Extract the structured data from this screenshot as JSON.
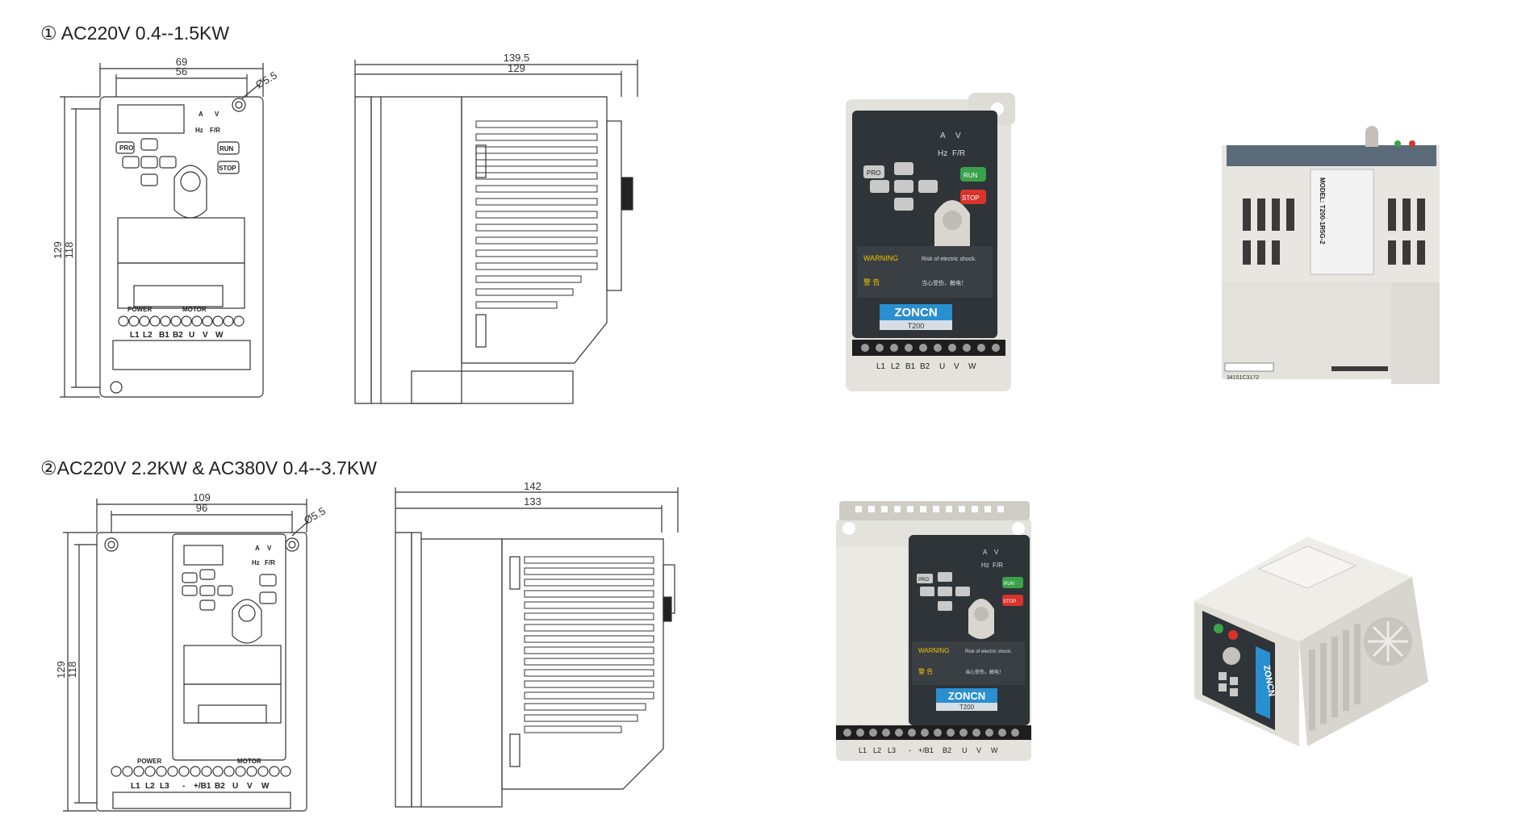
{
  "section1": {
    "title": "① AC220V 0.4--1.5KW",
    "front": {
      "width_outer": "69",
      "width_inner": "56",
      "hole": "Ø5.5",
      "height_outer": "129",
      "height_inner": "118",
      "indicators": [
        "A",
        "V",
        "Hz",
        "F/R"
      ],
      "keys": [
        "PRO",
        "RUN",
        "STOP"
      ],
      "terminal_groups": [
        "POWER",
        "MOTOR"
      ],
      "terminals": [
        "L1",
        "L2",
        "B1",
        "B2",
        "U",
        "V",
        "W"
      ]
    },
    "side": {
      "depth_outer": "139.5",
      "depth_inner": "129"
    }
  },
  "section2": {
    "title": "②AC220V 2.2KW & AC380V 0.4--3.7KW",
    "front": {
      "width_outer": "109",
      "width_inner": "96",
      "hole": "Ø5.5",
      "height_outer": "129",
      "height_inner": "118",
      "indicators": [
        "A",
        "V",
        "Hz",
        "F/R"
      ],
      "terminal_groups": [
        "POWER",
        "MOTOR"
      ],
      "terminals": [
        "L1",
        "L2",
        "L3",
        "-",
        "+/B1",
        "B2",
        "U",
        "V",
        "W"
      ]
    },
    "side": {
      "depth_outer": "142",
      "depth_inner": "133"
    }
  },
  "photo1": {
    "indicators": [
      "A",
      "V",
      "Hz",
      "F/R"
    ],
    "keys": [
      "PRO",
      "RUN",
      "STOP"
    ],
    "warning_en": "WARNING",
    "warning_en_sub": "Risk of electric shock.",
    "warning_cn": "警  告",
    "warning_cn_sub": "当心受伤，触电！",
    "brand": "ZONCN",
    "model": "T200",
    "terminals": [
      "L1",
      "L2",
      "B1",
      "B2",
      "U",
      "V",
      "W"
    ]
  },
  "photo2": {
    "model_label": "MODEL: T200-1R5G-2",
    "barcode_text": "34151C3172"
  },
  "photo3": {
    "indicators": [
      "A",
      "V",
      "Hz",
      "F/R"
    ],
    "keys": [
      "PRO",
      "RUN",
      "STOP"
    ],
    "warning_en": "WARNING",
    "warning_en_sub": "Risk of electric shock.",
    "warning_cn": "警  告",
    "warning_cn_sub": "当心受伤，触电！",
    "brand": "ZONCN",
    "model": "T200",
    "terminals": [
      "L1",
      "L2",
      "L3",
      "-",
      "+/B1",
      "B2",
      "U",
      "V",
      "W"
    ]
  },
  "photo4": {
    "brand": "ZONCN"
  },
  "colors": {
    "line": "#333333",
    "panel_dark": "#2f3438",
    "housing": "#e9e7e2",
    "brand_blue": "#2a8fd0",
    "run_green": "#3aa24a",
    "stop_red": "#d9332b"
  }
}
